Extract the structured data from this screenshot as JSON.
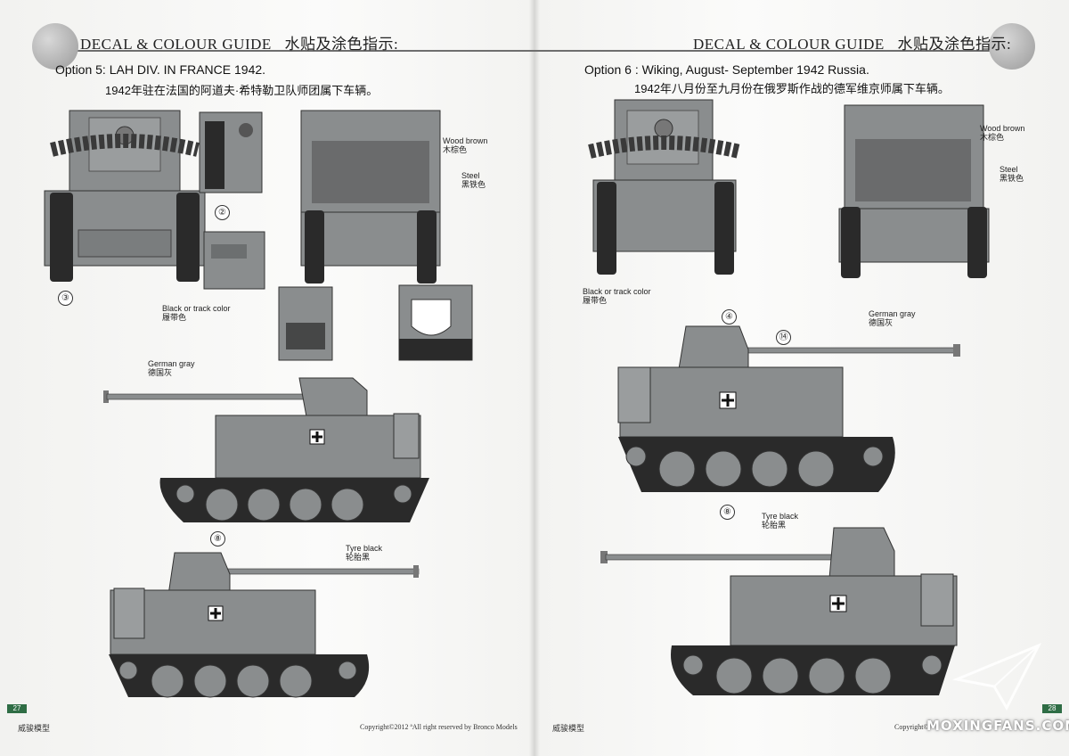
{
  "header": {
    "title": "DECAL & COLOUR GUIDE",
    "title_cn": "水贴及涂色指示:"
  },
  "left_page": {
    "option_title": "Option 5: LAH DIV. IN FRANCE 1942.",
    "option_subtitle": "1942年驻在法国的阿道夫·希特勒卫队师团属下车辆。",
    "labels": {
      "wood_brown": "Wood brown",
      "wood_brown_cn": "木棕色",
      "steel": "Steel",
      "steel_cn": "黑铁色",
      "black_track": "Black or track color",
      "black_track_cn": "履带色",
      "german_gray": "German gray",
      "german_gray_cn": "德国灰",
      "tyre_black": "Tyre black",
      "tyre_black_cn": "轮胎黑"
    },
    "callouts": {
      "c2": "②",
      "c3": "③",
      "c8": "⑧"
    },
    "page_number": "27",
    "footer_brand": "威骏模型",
    "copyright": "Copyright©2012  ªAll right reserved by Bronco Models"
  },
  "right_page": {
    "option_title": "Option 6 : Wiking,  August- September 1942 Russia.",
    "option_subtitle": "1942年八月份至九月份在俄罗斯作战的德军维京师属下车辆。",
    "labels": {
      "wood_brown": "Wood brown",
      "wood_brown_cn": "木棕色",
      "steel": "Steel",
      "steel_cn": "黑铁色",
      "black_track": "Black or track color",
      "black_track_cn": "履带色",
      "german_gray": "German gray",
      "german_gray_cn": "德国灰",
      "tyre_black": "Tyre black",
      "tyre_black_cn": "轮胎黑"
    },
    "callouts": {
      "c4": "④",
      "c14": "⑭",
      "c8": "⑧"
    },
    "page_number": "28",
    "footer_brand": "威骏模型",
    "copyright": "Copyright©"
  },
  "watermark": "MOXINGFANS.COM",
  "colors": {
    "german_gray": "#8a8d8e",
    "german_gray_dark": "#6c6f70",
    "track_black": "#2a2a2a",
    "page_green": "#2f6d45"
  }
}
